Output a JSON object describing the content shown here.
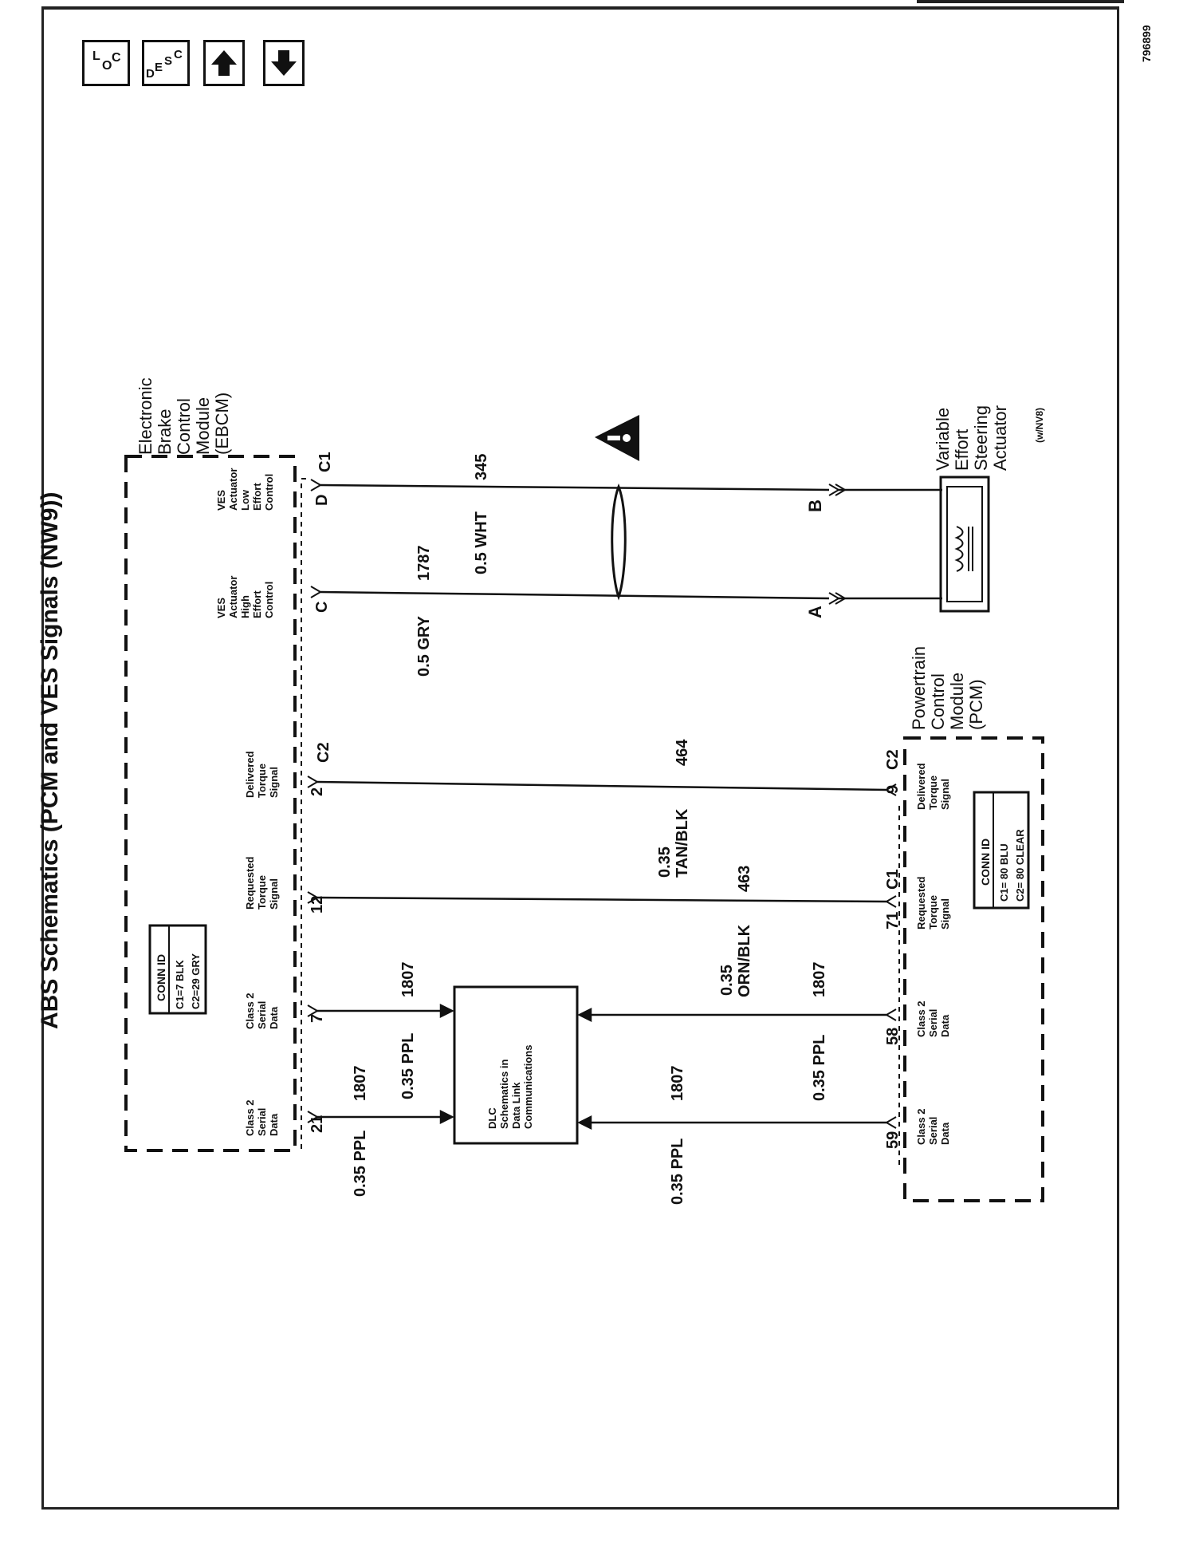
{
  "title": "ABS Schematics (PCM and VES Signals (NW9))",
  "doc_number": "796899",
  "nav": {
    "loc_label": "LOC",
    "desc_label": "DESC",
    "up_icon": "arrow-up-icon",
    "down_icon": "arrow-down-icon"
  },
  "ebcm": {
    "name_lines": [
      "Electronic",
      "Brake",
      "Control",
      "Module",
      "(EBCM)"
    ],
    "conn_id": {
      "title": "CONN ID",
      "lines": [
        "C1=7 BLK",
        "C2=29 GRY"
      ]
    },
    "pins": [
      {
        "label": [
          "Class 2",
          "Serial",
          "Data"
        ],
        "pin": "21"
      },
      {
        "label": [
          "Class 2",
          "Serial",
          "Data"
        ],
        "pin": "7"
      },
      {
        "label": [
          "Requested",
          "Torque",
          "Signal"
        ],
        "pin": "12"
      },
      {
        "label": [
          "Delivered",
          "Torque",
          "Signal"
        ],
        "pin": "2",
        "connector": "C2"
      },
      {
        "label": [
          "VES",
          "Actuator",
          "High",
          "Effort",
          "Control"
        ],
        "pin": "C"
      },
      {
        "label": [
          "VES",
          "Actuator",
          "Low",
          "Effort",
          "Control"
        ],
        "pin": "D",
        "connector": "C1"
      }
    ]
  },
  "pcm": {
    "name_lines": [
      "Powertrain",
      "Control",
      "Module",
      "(PCM)"
    ],
    "conn_id": {
      "title": "CONN ID",
      "lines": [
        "C1= 80 BLU",
        "C2= 80 CLEAR"
      ]
    },
    "pins": [
      {
        "label": [
          "Class 2",
          "Serial",
          "Data"
        ],
        "pin": "59"
      },
      {
        "label": [
          "Class 2",
          "Serial",
          "Data"
        ],
        "pin": "58"
      },
      {
        "label": [
          "Requested",
          "Torque",
          "Signal"
        ],
        "pin": "71",
        "connector": "C1"
      },
      {
        "label": [
          "Delivered",
          "Torque",
          "Signal"
        ],
        "pin": "9",
        "connector": "C2"
      }
    ]
  },
  "dlc": {
    "lines": [
      "DLC",
      "Schematics in",
      "Data Link",
      "Communications"
    ]
  },
  "actuator": {
    "name_lines": [
      "Variable",
      "Effort",
      "Steering",
      "Actuator"
    ],
    "note": "(w/NV8)",
    "pin_a": "A",
    "pin_b": "B"
  },
  "wires": {
    "ebcm_21": {
      "label": "0.35 PPL",
      "circuit": "1807"
    },
    "ebcm_7": {
      "label": "0.35 PPL",
      "circuit": "1807"
    },
    "pcm_59": {
      "label": "0.35 PPL",
      "circuit": "1807"
    },
    "pcm_58": {
      "label": "0.35 PPL",
      "circuit": "1807"
    },
    "requested": {
      "label_lines": [
        "0.35",
        "ORN/BLK"
      ],
      "circuit": "463"
    },
    "delivered": {
      "label_lines": [
        "0.35",
        "TAN/BLK"
      ],
      "circuit": "464"
    },
    "ves_high": {
      "label": "0.5 GRY",
      "circuit": "1787"
    },
    "ves_low": {
      "label": "0.5 WHT",
      "circuit": "345"
    }
  },
  "warning_icon": "caution-triangle-icon"
}
